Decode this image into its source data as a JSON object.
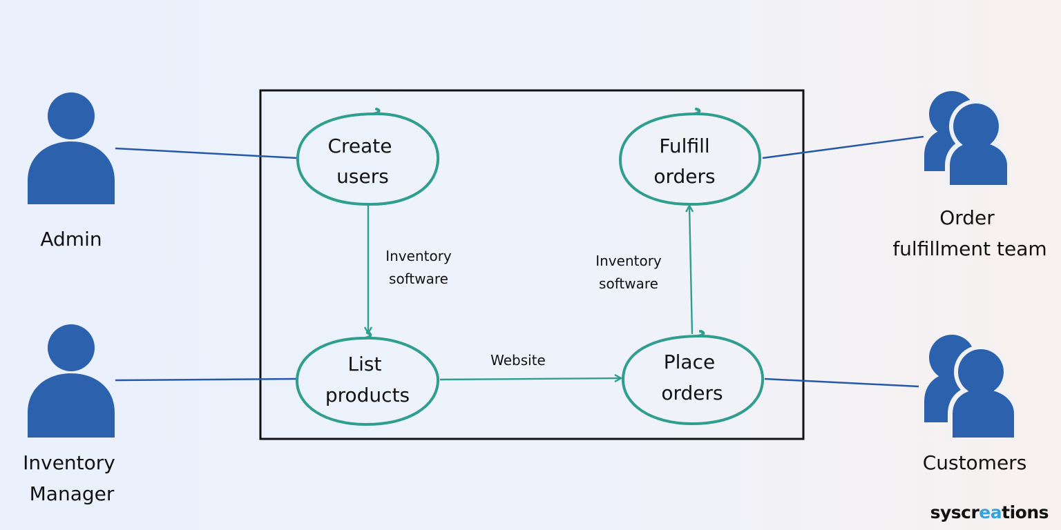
{
  "actors": {
    "admin": {
      "label": "Admin"
    },
    "inventory_manager": {
      "line1": "Inventory",
      "line2": "Manager"
    },
    "order_fulfillment_team": {
      "line1": "Order",
      "line2": "fulfillment team"
    },
    "customers": {
      "label": "Customers"
    }
  },
  "use_cases": {
    "create_users": {
      "line1": "Create",
      "line2": "users"
    },
    "list_products": {
      "line1": "List",
      "line2": "products"
    },
    "fulfill_orders": {
      "line1": "Fulfill",
      "line2": "orders"
    },
    "place_orders": {
      "line1": "Place",
      "line2": "orders"
    }
  },
  "edge_labels": {
    "create_to_list": {
      "line1": "Inventory",
      "line2": "software"
    },
    "list_to_place": {
      "label": "Website"
    },
    "place_to_fulfill": {
      "line1": "Inventory",
      "line2": "software"
    }
  },
  "brand": {
    "prefix": "syscr",
    "accent": "ea",
    "suffix": "tions"
  },
  "colors": {
    "actor": "#2c61ae",
    "use_case_outline": "#2f9e8f",
    "connector": "#2558a8",
    "frame": "#111111",
    "brand_accent": "#3aa0d8"
  },
  "icons": {
    "admin": "user-icon",
    "inventory_manager": "user-icon",
    "order_fulfillment_team": "users-group-icon",
    "customers": "users-group-icon"
  }
}
